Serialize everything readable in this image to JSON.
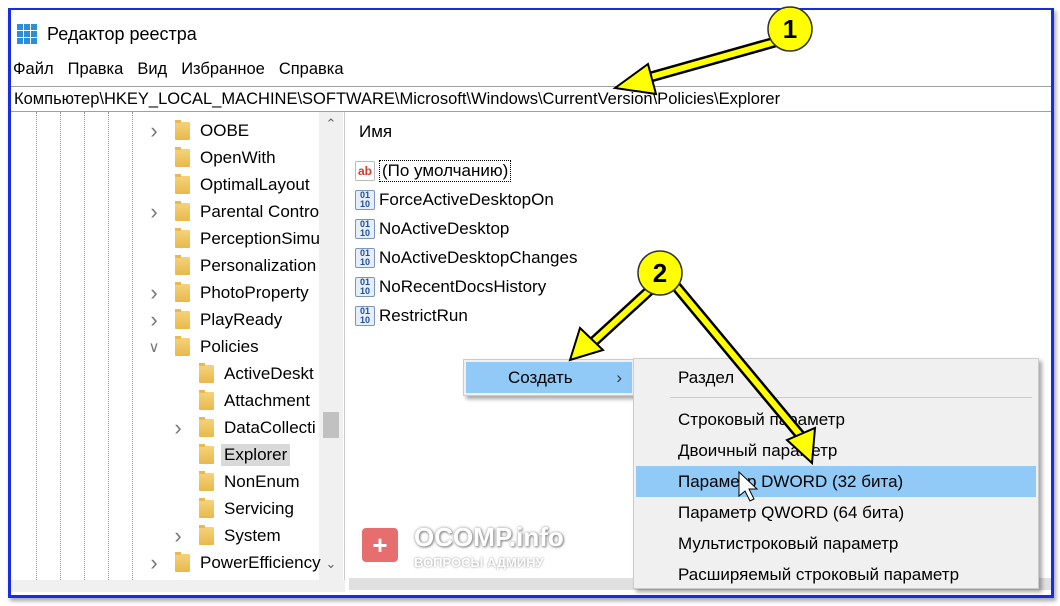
{
  "window": {
    "title": "Редактор реестра"
  },
  "menubar": [
    "Файл",
    "Правка",
    "Вид",
    "Избранное",
    "Справка"
  ],
  "address": "Компьютер\\HKEY_LOCAL_MACHINE\\SOFTWARE\\Microsoft\\Windows\\CurrentVersion\\Policies\\Explorer",
  "tree": [
    {
      "label": "OOBE",
      "level": 1,
      "expander": "collapsed"
    },
    {
      "label": "OpenWith",
      "level": 1,
      "expander": "none"
    },
    {
      "label": "OptimalLayout",
      "level": 1,
      "expander": "none"
    },
    {
      "label": "Parental Contro",
      "level": 1,
      "expander": "collapsed"
    },
    {
      "label": "PerceptionSimu",
      "level": 1,
      "expander": "none"
    },
    {
      "label": "Personalization",
      "level": 1,
      "expander": "none"
    },
    {
      "label": "PhotoProperty",
      "level": 1,
      "expander": "collapsed"
    },
    {
      "label": "PlayReady",
      "level": 1,
      "expander": "collapsed"
    },
    {
      "label": "Policies",
      "level": 1,
      "expander": "expanded"
    },
    {
      "label": "ActiveDeskt",
      "level": 2,
      "expander": "none"
    },
    {
      "label": "Attachment",
      "level": 2,
      "expander": "none"
    },
    {
      "label": "DataCollecti",
      "level": 2,
      "expander": "collapsed"
    },
    {
      "label": "Explorer",
      "level": 2,
      "expander": "none",
      "selected": true
    },
    {
      "label": "NonEnum",
      "level": 2,
      "expander": "none"
    },
    {
      "label": "Servicing",
      "level": 2,
      "expander": "none"
    },
    {
      "label": "System",
      "level": 2,
      "expander": "collapsed"
    },
    {
      "label": "PowerEfficiency",
      "level": 1,
      "expander": "collapsed"
    }
  ],
  "list": {
    "header": "Имя",
    "values": [
      {
        "name": "(По умолчанию)",
        "icon": "string-value-icon",
        "icon_text": "ab"
      },
      {
        "name": "ForceActiveDesktopOn",
        "icon": "dword-value-icon"
      },
      {
        "name": "NoActiveDesktop",
        "icon": "dword-value-icon"
      },
      {
        "name": "NoActiveDesktopChanges",
        "icon": "dword-value-icon"
      },
      {
        "name": "NoRecentDocsHistory",
        "icon": "dword-value-icon"
      },
      {
        "name": "RestrictRun",
        "icon": "dword-value-icon"
      }
    ]
  },
  "context_menu": {
    "create": "Создать",
    "arrow": "›"
  },
  "submenu": {
    "key": "Раздел",
    "items": [
      "Строковый параметр",
      "Двоичный параметр",
      "Параметр DWORD (32 бита)",
      "Параметр QWORD (64 бита)",
      "Мультистроковый параметр",
      "Расширяемый строковый параметр"
    ],
    "highlighted_index": 2
  },
  "annotations": {
    "step1": "1",
    "step2": "2"
  },
  "watermark": {
    "brand": "OCOMP.info",
    "tagline": "ВОПРОСЫ АДМИНУ"
  },
  "colors": {
    "window_border": "#1a2ce0",
    "menu_highlight": "#91c9f7",
    "arrow": "#ffff00"
  }
}
